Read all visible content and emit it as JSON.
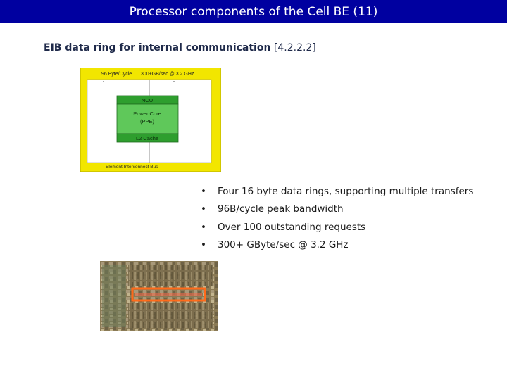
{
  "title": "Processor components of the Cell BE (11)",
  "subtitle": {
    "bold": "EIB data ring for internal communication",
    "ref": "[4.2.2.2]"
  },
  "diagram": {
    "top_left_label": "96 Byte/Cycle",
    "top_right_label": "300+GB/sec @ 3.2 GHz",
    "ncu_label": "NCU",
    "core_line1": "Power Core",
    "core_line2": "(PPE)",
    "cache_label": "L2 Cache",
    "bus_label": "Element Interconnect Bus",
    "colors": {
      "ring": "#f2e600",
      "block": "#5fc85a",
      "block_dark": "#1f7a1f"
    }
  },
  "bullets": [
    "Four 16 byte data rings, supporting multiple transfers",
    "96B/cycle peak bandwidth",
    "Over 100 outstanding requests",
    "300+ GByte/sec @ 3.2 GHz"
  ],
  "bullet_marker": "•",
  "die_photo": {
    "highlight_color": "#ff6a1a"
  }
}
